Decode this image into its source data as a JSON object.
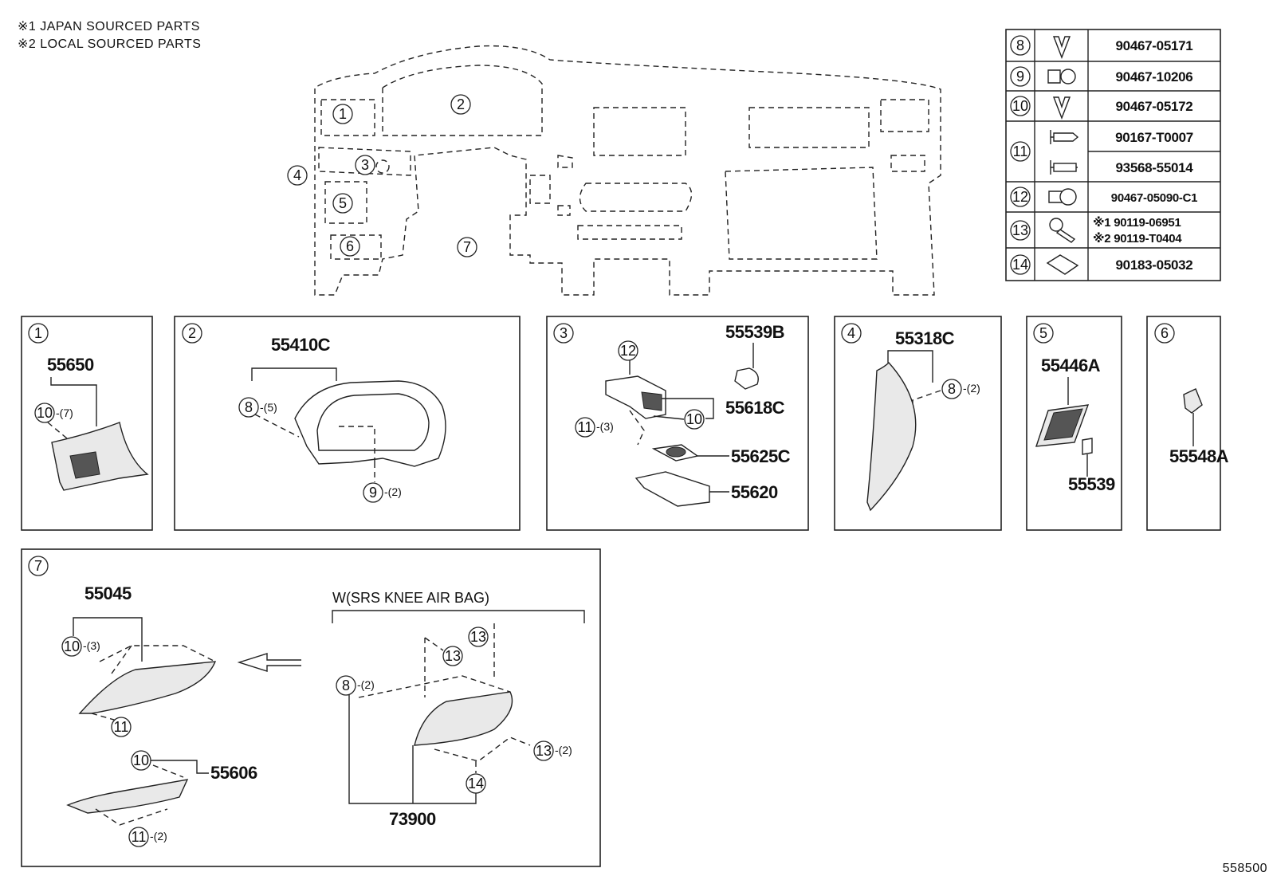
{
  "notes": [
    "※1  JAPAN SOURCED PARTS",
    "※2  LOCAL SOURCED PARTS"
  ],
  "callout_numbers": [
    "1",
    "2",
    "3",
    "4",
    "5",
    "6",
    "7",
    "8",
    "9",
    "10",
    "11",
    "12",
    "13",
    "14"
  ],
  "fastener_table": [
    {
      "callout": "8",
      "code": "90467-05171"
    },
    {
      "callout": "9",
      "code": "90467-10206"
    },
    {
      "callout": "10",
      "code": "90467-05172"
    },
    {
      "callout": "11",
      "code": "90167-T0007",
      "code2": "93568-55014"
    },
    {
      "callout": "12",
      "code": "90467-05090-C1"
    },
    {
      "callout": "13",
      "code": "※1 90119-06951",
      "code2": "※2 90119-T0404"
    },
    {
      "callout": "14",
      "code": "90183-05032"
    }
  ],
  "panels": {
    "p1": {
      "part": "55650",
      "qty_10": "-(7)"
    },
    "p2": {
      "part": "55410C",
      "qty_8": "-(5)",
      "qty_9": "-(2)"
    },
    "p3": {
      "part_a": "55539B",
      "part_b": "55618C",
      "part_c": "55625C",
      "part_d": "55620",
      "qty_11": "-(3)"
    },
    "p4": {
      "part": "55318C",
      "qty_8": "-(2)"
    },
    "p5": {
      "part_a": "55446A",
      "part_b": "55539"
    },
    "p6": {
      "part": "55548A"
    },
    "p7": {
      "part_a": "55045",
      "part_b": "55606",
      "part_c": "73900",
      "qty_10": "-(3)",
      "qty_11": "-(2)",
      "qty_8": "-(2)",
      "qty_13": "-(2)",
      "condition": "W(SRS KNEE AIR BAG)"
    }
  },
  "footer_code": "558500"
}
